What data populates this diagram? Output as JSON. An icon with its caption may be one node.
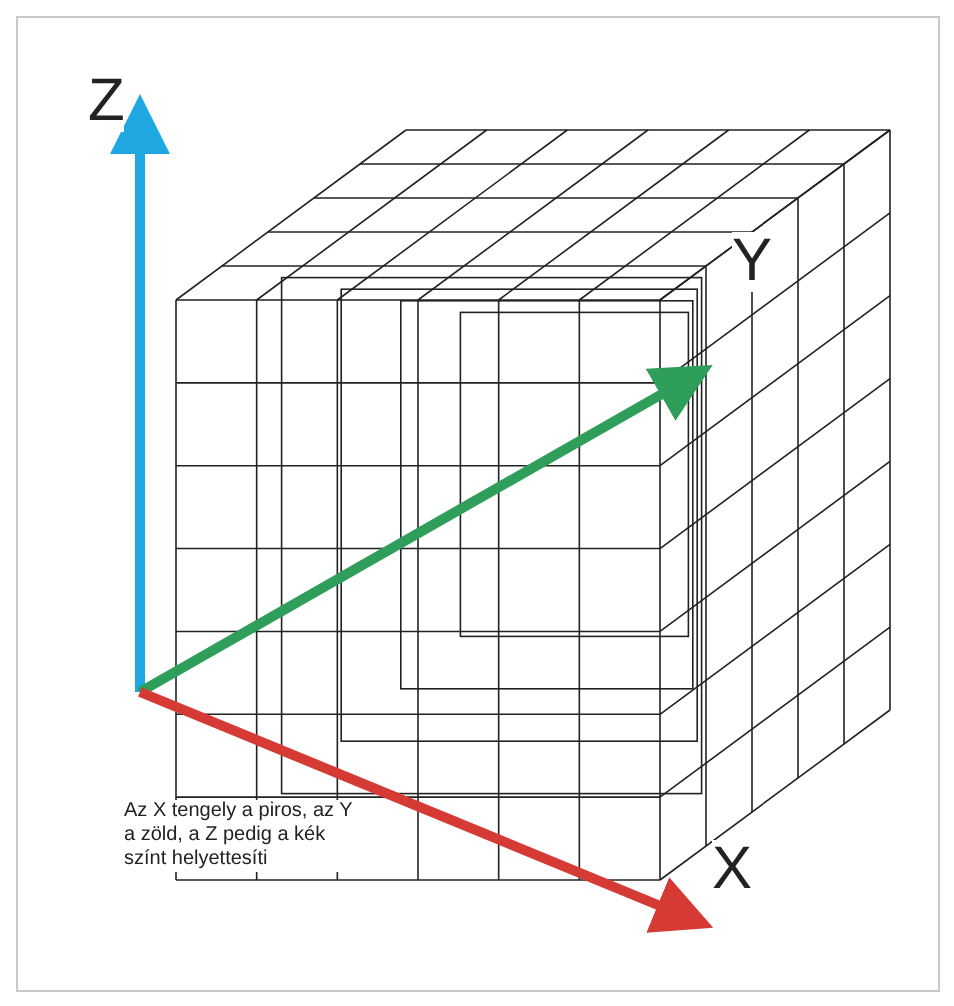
{
  "diagram": {
    "labels": [
      "Z",
      "Y",
      "X",
      "Az X tengely a piros, az Y a zöld, a Z pedig a kék színt helyettesíti"
    ]
  }
}
